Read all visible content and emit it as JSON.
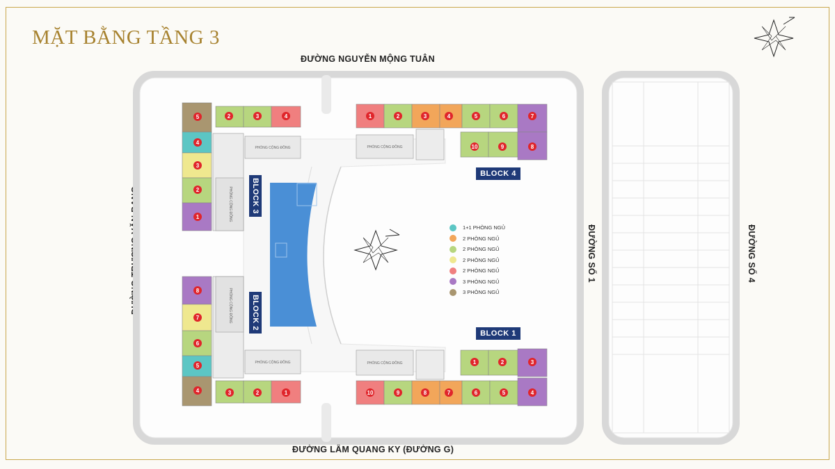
{
  "title": "MẶT BẰNG TẦNG 3",
  "streets": {
    "top": "ĐƯỜNG NGUYỄN MỘNG TUÂN",
    "bottom": "ĐƯỜNG LÂM QUANG KY (ĐƯỜNG G)",
    "left": "ĐƯỜNG TRƯƠNG VĂN BANG",
    "right1": "ĐƯỜNG SỐ 1",
    "right2": "ĐƯỜNG SỐ 4"
  },
  "blocks": {
    "b1": "BLOCK 1",
    "b2": "BLOCK 2",
    "b3": "BLOCK 3",
    "b4": "BLOCK 4"
  },
  "room_labels": {
    "community": "PHÒNG CỘNG ĐỒNG",
    "community_vert": "PHÒNG CỘNG ĐỒNG"
  },
  "legend": [
    {
      "label": "1+1 PHÒNG NGỦ",
      "color": "#5cc6c4"
    },
    {
      "label": "2 PHÒNG NGỦ",
      "color": "#f2a65a"
    },
    {
      "label": "2 PHÒNG NGỦ",
      "color": "#b7d67f"
    },
    {
      "label": "2 PHÒNG NGỦ",
      "color": "#efe88f"
    },
    {
      "label": "2 PHÒNG NGỦ",
      "color": "#f07f7f"
    },
    {
      "label": "3 PHÒNG NGỦ",
      "color": "#a979c4"
    },
    {
      "label": "3 PHÒNG NGỦ",
      "color": "#a99670"
    }
  ],
  "units": {
    "block3_top": [
      "2",
      "3",
      "4"
    ],
    "block3_left": [
      "5",
      "4",
      "3",
      "2",
      "1"
    ],
    "block4_top": [
      "1",
      "2",
      "3",
      "4",
      "5",
      "6",
      "7"
    ],
    "block4_second": [
      "10",
      "9",
      "8"
    ],
    "block2_left": [
      "8",
      "7",
      "6",
      "5",
      "4"
    ],
    "block2_bottom": [
      "3",
      "2",
      "1"
    ],
    "block1_top": [
      "1",
      "2",
      "3"
    ],
    "block1_bottom": [
      "10",
      "9",
      "8",
      "7",
      "6",
      "5",
      "4"
    ]
  },
  "colors": {
    "accent_gold": "#a7822f",
    "block_navy": "#1f3a78",
    "pool_blue": "#4a8fd6",
    "marker_red": "#e0252b"
  }
}
